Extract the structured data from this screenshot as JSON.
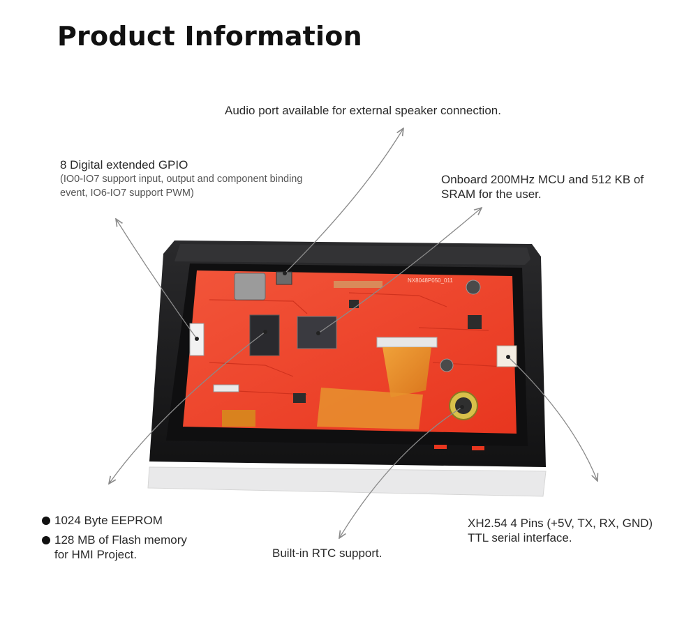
{
  "page": {
    "title": "Product Information"
  },
  "board": {
    "silkscreen": "NX8048P050_011"
  },
  "callouts": {
    "audio": "Audio port available for external speaker connection.",
    "gpio_title": "8 Digital extended GPIO",
    "gpio_detail_1": "(IO0-IO7 support input, output and component binding",
    "gpio_detail_2": "event, IO6-IO7 support PWM)",
    "mcu_line_1": "Onboard 200MHz MCU and 512 KB of",
    "mcu_line_2": "SRAM for the user.",
    "rtc": "Built-in RTC support.",
    "serial_line_1": "XH2.54 4 Pins (+5V, TX, RX, GND)",
    "serial_line_2": "TTL serial interface."
  },
  "bullets": [
    {
      "line_1": "1024 Byte EEPROM",
      "line_2": ""
    },
    {
      "line_1": "128 MB of Flash memory",
      "line_2": "for HMI Project."
    }
  ],
  "colors": {
    "pcb": "#f0442a",
    "enclosure": "#1b1b1d",
    "arrow": "#8a8a8a"
  }
}
